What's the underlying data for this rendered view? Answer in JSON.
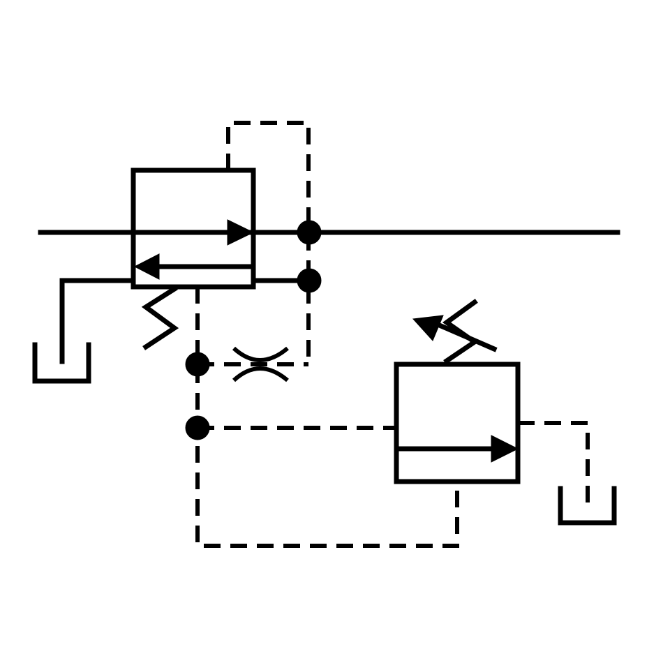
{
  "diagram": {
    "type": "hydraulic-schematic",
    "description_visible_text": "",
    "colors": {
      "line": "#000000",
      "background": "#ffffff"
    },
    "symbols": [
      "main-pressure-line",
      "pressure-reducing-valve",
      "drain-line",
      "tank",
      "spring",
      "pilot-line",
      "junction",
      "fixed-orifice",
      "pilot-relief-valve",
      "adjustable-spring",
      "tank-drain"
    ]
  }
}
